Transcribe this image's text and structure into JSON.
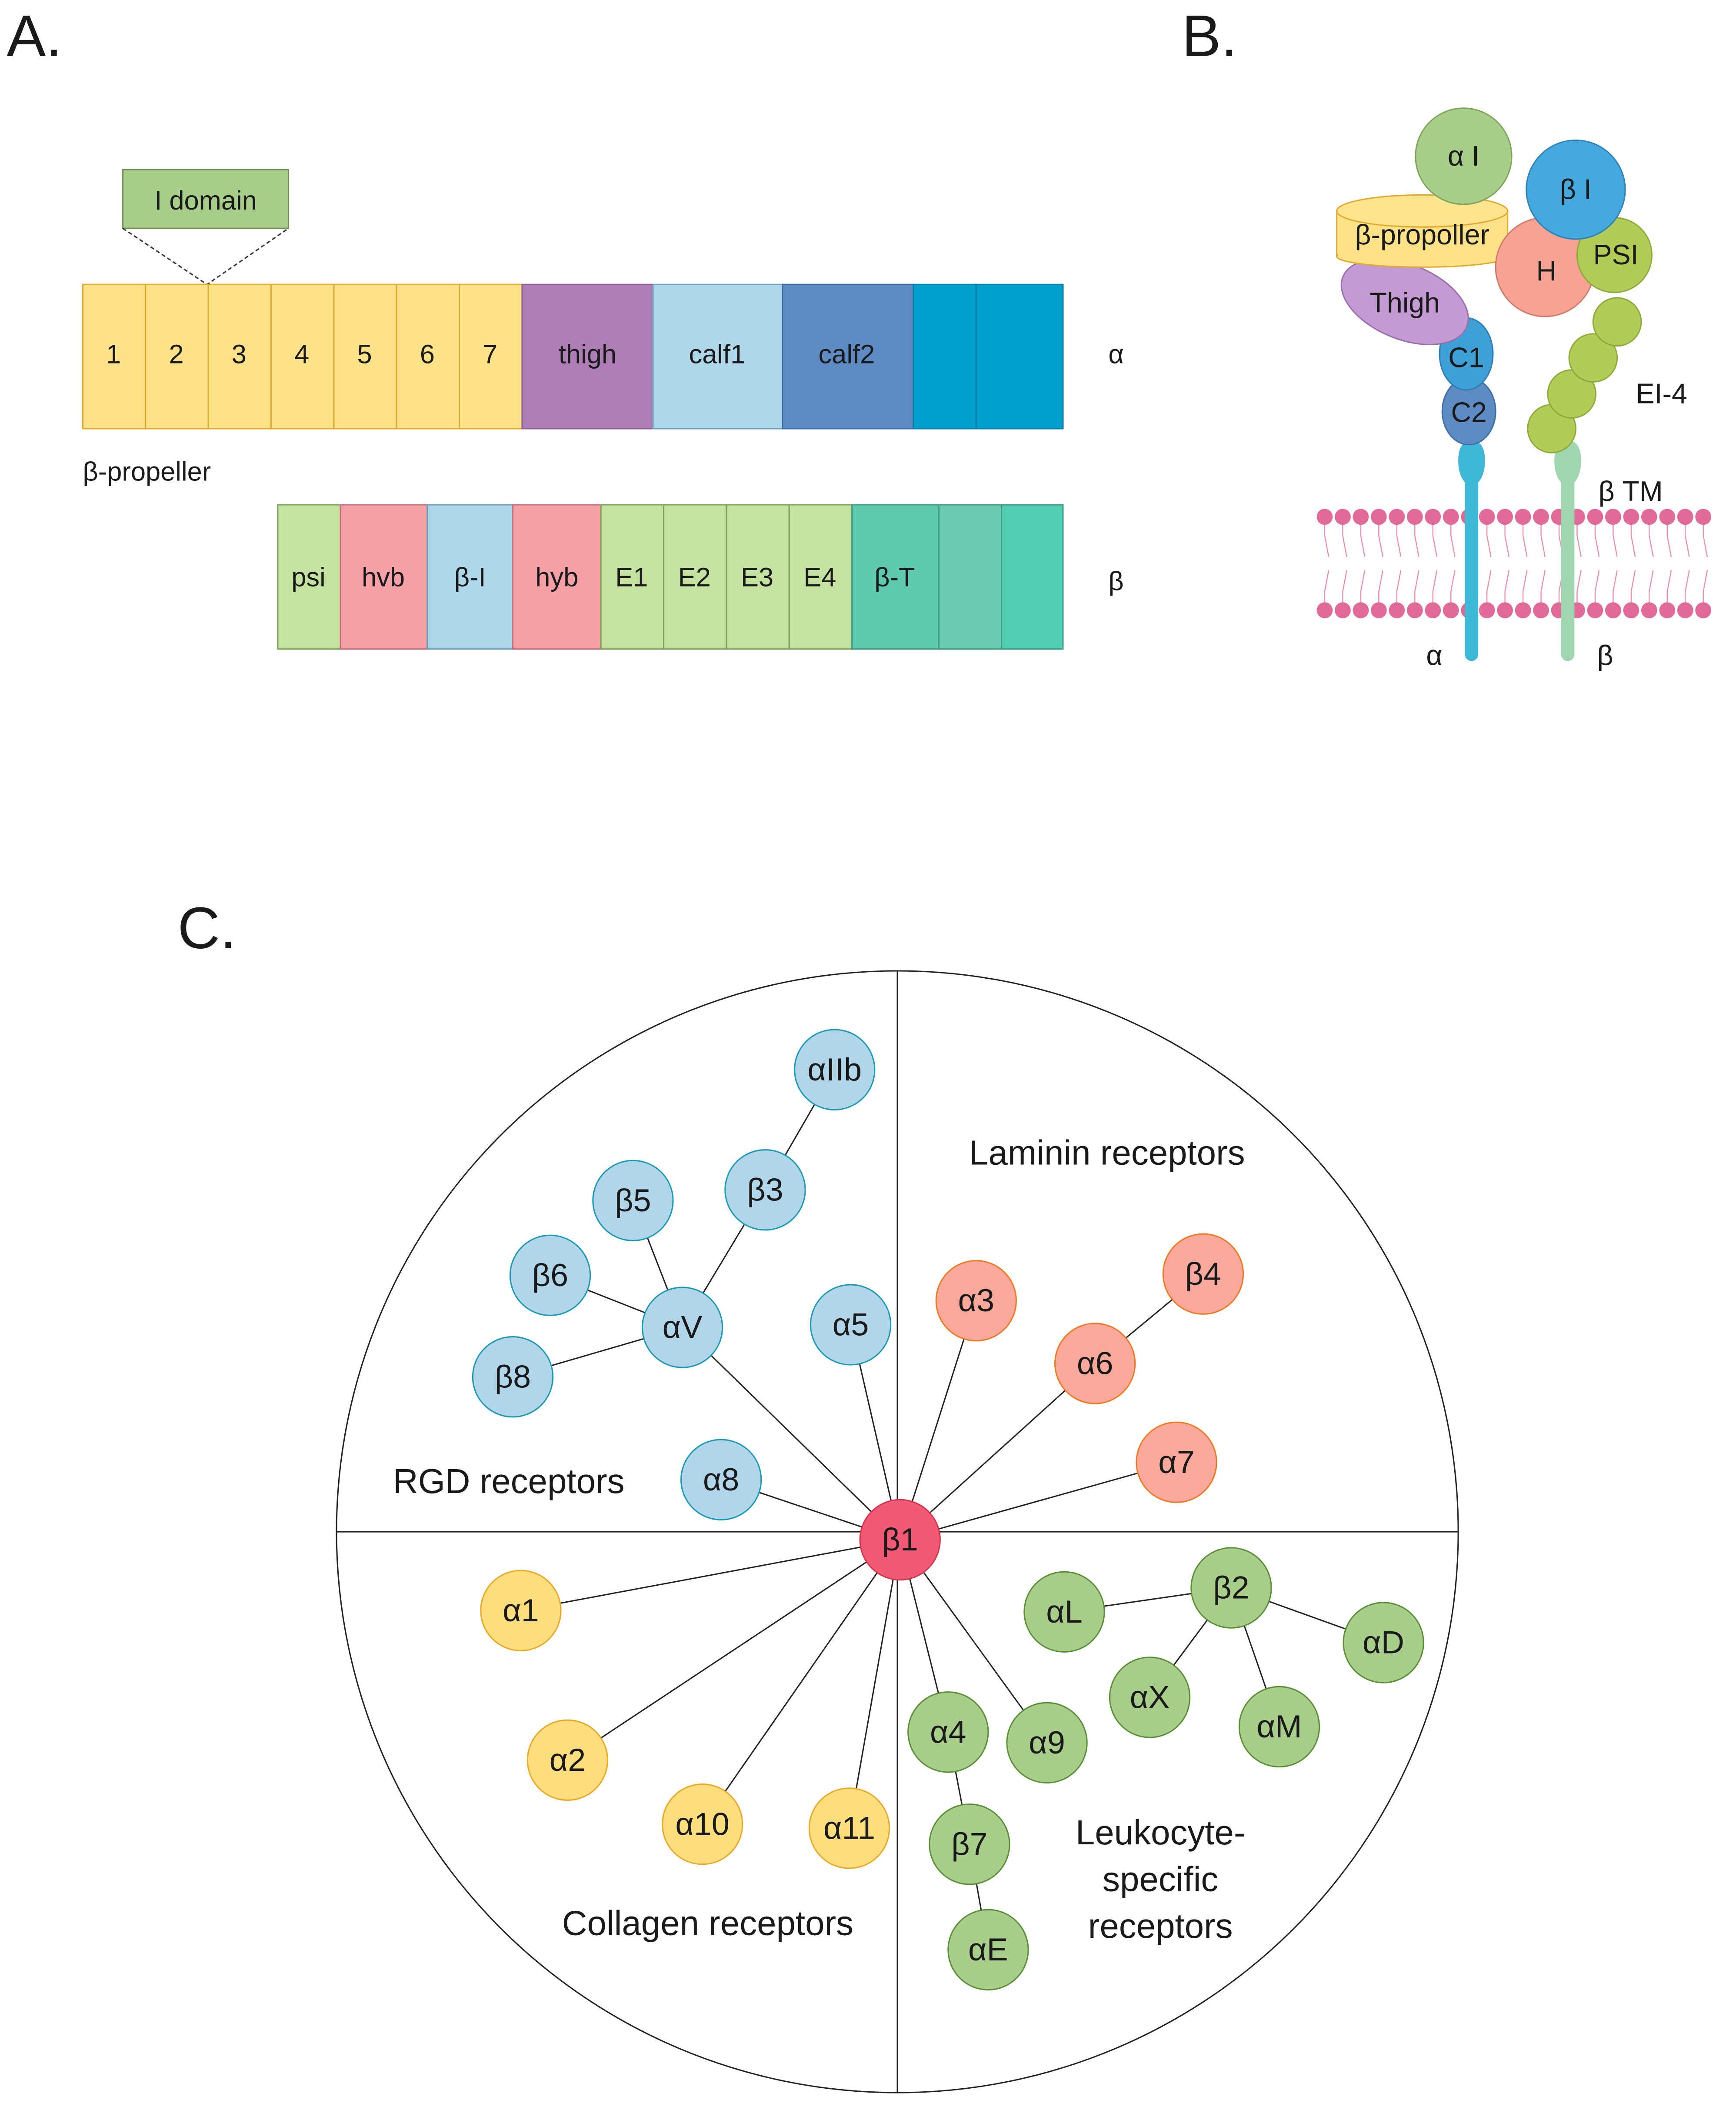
{
  "panel_a": {
    "label": "A.",
    "i_domain": "I domain",
    "alpha_segments": [
      "1",
      "2",
      "3",
      "4",
      "5",
      "6",
      "7",
      "thigh",
      "calf1",
      "calf2",
      "",
      ""
    ],
    "beta_segments": [
      "psi",
      "hvb",
      "β-I",
      "hyb",
      "E1",
      "E2",
      "E3",
      "E4",
      "β-T",
      "",
      ""
    ],
    "alpha_label": "α",
    "beta_label": "β",
    "propeller_label": "β-propeller"
  },
  "panel_b": {
    "label": "B.",
    "alpha_i": "α I",
    "beta_i": "β I",
    "propeller": "β-propoller",
    "hybrid": "H",
    "psi": "PSI",
    "thigh": "Thigh",
    "calf1": "C1",
    "calf2": "C2",
    "egf": "EI-4",
    "tm": "β TM",
    "alpha": "α",
    "beta": "β"
  },
  "panel_c": {
    "label": "C.",
    "categories": {
      "rgd": "RGD receptors",
      "laminin": "Laminin receptors",
      "collagen": "Collagen receptors",
      "leukocyte": [
        "Leukocyte-",
        "specific",
        "receptors"
      ]
    },
    "center": "β1",
    "nodes": {
      "aIIb": "αIIb",
      "b3": "β3",
      "b5": "β5",
      "b6": "β6",
      "aV": "αV",
      "b8": "β8",
      "a5": "α5",
      "a8": "α8",
      "a3": "α3",
      "b4": "β4",
      "a6": "α6",
      "a7": "α7",
      "a1": "α1",
      "a2": "α2",
      "a10": "α10",
      "a11": "α11",
      "a4": "α4",
      "a9": "α9",
      "b7": "β7",
      "aE": "αE",
      "aL": "αL",
      "b2": "β2",
      "aD": "αD",
      "aX": "αX",
      "aM": "αM"
    }
  },
  "colors": {
    "propeller": "#fde28a",
    "thigh": "#ad7db6",
    "calf1": "#b0d6ea",
    "calf2": "#5f8bc4",
    "alpha_tail": "#00a0cc",
    "psi": "#c5e2a0",
    "hvb": "#f6a0a8",
    "beta_i": "#b0d6ea",
    "egf": "#c5e2a0",
    "beta_t": "#5ec9ad",
    "rgd_node": "#b1d6ea",
    "laminin_node": "#f8a99b",
    "collagen_node": "#fdde7e",
    "leukocyte_node": "#a9cd8a",
    "center_node": "#f15a77"
  }
}
